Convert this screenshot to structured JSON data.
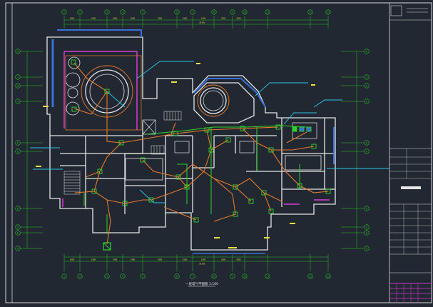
{
  "drawing": {
    "caption": "一层电气平面图 1:100",
    "grid_top": [
      "1",
      "2",
      "3",
      "4",
      "5",
      "6",
      "7",
      "8",
      "9",
      "10",
      "11",
      "12",
      "13"
    ],
    "grid_left": [
      "K",
      "J",
      "H",
      "G",
      "F",
      "E",
      "D",
      "C",
      "B",
      "A"
    ],
    "dim_top": [
      "1800",
      "3300",
      "3300",
      "2000",
      "3300",
      "1500",
      "1500",
      "3300",
      "5400"
    ],
    "dim_bottom": [
      "1800",
      "3300",
      "3300",
      "3300",
      "3300",
      "1500",
      "1500",
      "3300",
      "5400"
    ],
    "total_top": "35100",
    "total_bottom": "35100"
  },
  "colors": {
    "background": "#222831",
    "wall": "#e6e6e6",
    "frame": "#d9d9d9",
    "wire_orange": "#e7792a",
    "device_green": "#2fd12f",
    "leader_cyan": "#27c6e6",
    "window_blue": "#3a6fd8",
    "window_magenta": "#d63cd6",
    "axis_green": "#28c428",
    "text_yellow": "#e8e23a",
    "titleblock_magenta": "#cc33cc"
  }
}
